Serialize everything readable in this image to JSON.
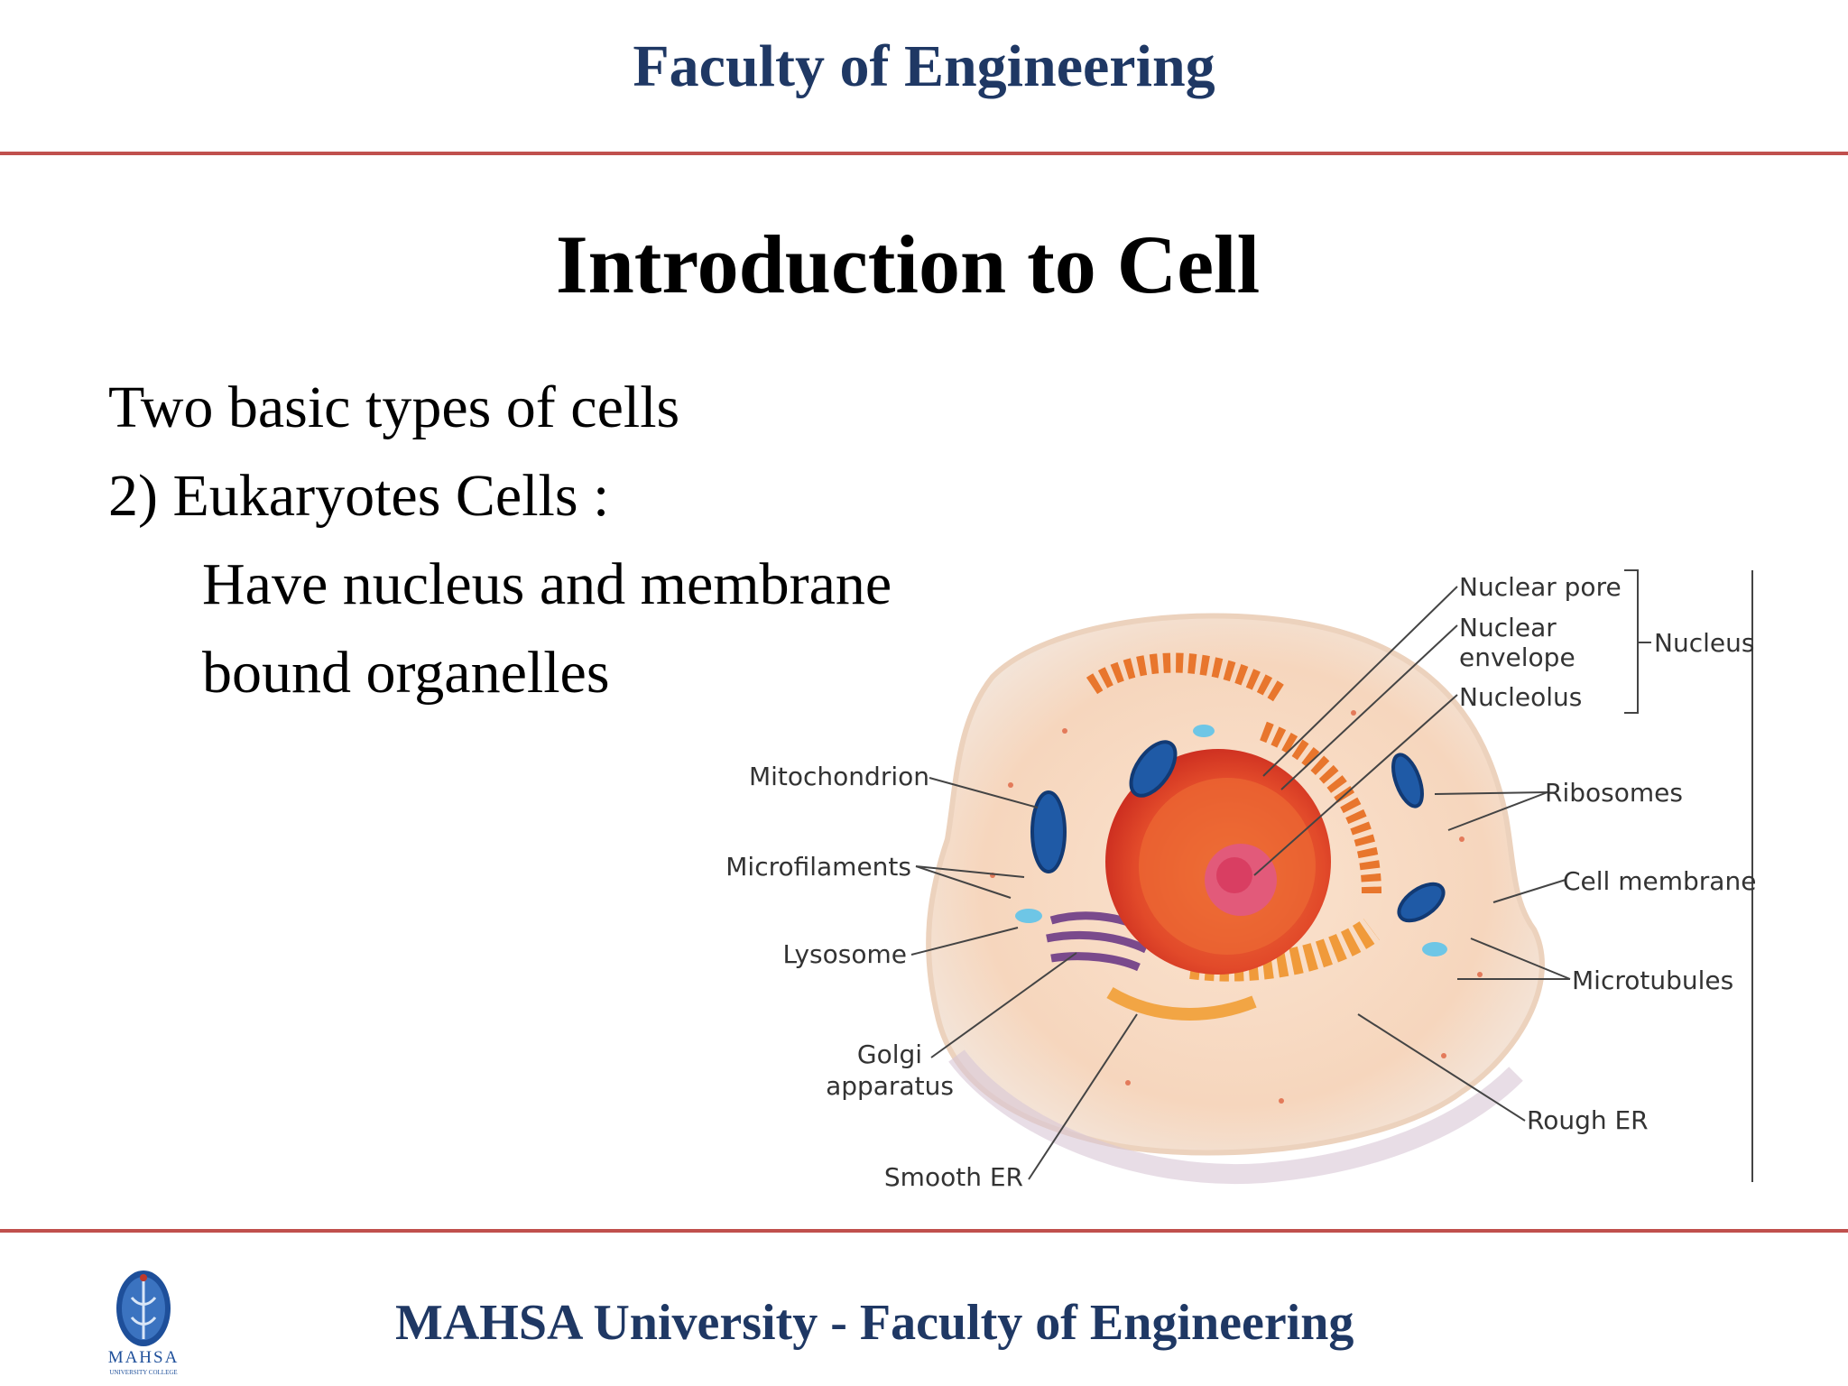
{
  "header": {
    "title": "Faculty of Engineering"
  },
  "slide": {
    "title": "Introduction to Cell",
    "lines": [
      "Two basic types of cells",
      "2)  Eukaryotes Cells :",
      "Have nucleus and membrane",
      "bound organelles"
    ]
  },
  "diagram": {
    "labels": {
      "nuclear_pore": "Nuclear pore",
      "nuclear": "Nuclear",
      "envelope": "envelope",
      "nucleolus": "Nucleolus",
      "nucleus": "Nucleus",
      "mitochondrion": "Mitochondrion",
      "ribosomes": "Ribosomes",
      "microfilaments": "Microfilaments",
      "cell_membrane": "Cell membrane",
      "lysosome": "Lysosome",
      "microtubules": "Microtubules",
      "golgi": "Golgi",
      "apparatus": "apparatus",
      "rough_er": "Rough ER",
      "smooth_er": "Smooth ER"
    }
  },
  "footer": {
    "title": "MAHSA University - Faculty of  Engineering",
    "logo_text": "MAHSA",
    "logo_subtext": "UNIVERSITY COLLEGE"
  }
}
